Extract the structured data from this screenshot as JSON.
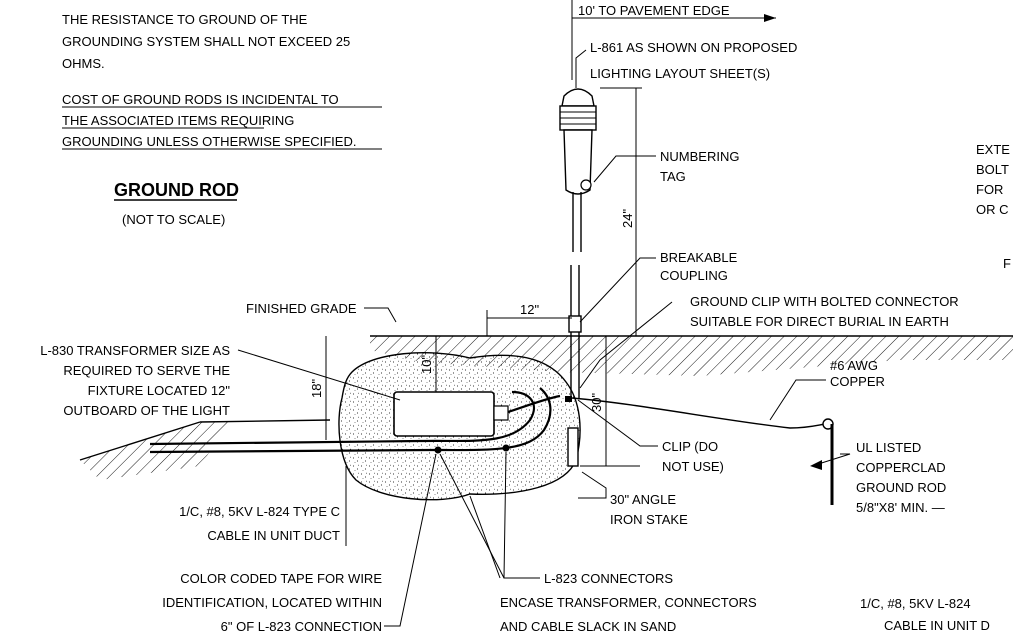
{
  "notes": {
    "resistance": [
      "THE RESISTANCE TO GROUND OF THE",
      "GROUNDING SYSTEM SHALL NOT EXCEED 25",
      "OHMS."
    ],
    "cost": [
      "COST OF GROUND RODS IS INCIDENTAL TO",
      "THE ASSOCIATED ITEMS REQUIRING",
      "GROUNDING UNLESS OTHERWISE SPECIFIED."
    ]
  },
  "title": {
    "main": "GROUND ROD",
    "sub": "(NOT TO SCALE)"
  },
  "dims": {
    "pavement": "10' TO PAVEMENT EDGE",
    "d24": "24\"",
    "d12": "12\"",
    "d10": "10\"",
    "d18": "18\"",
    "d30": "30\""
  },
  "labels": {
    "l861": [
      "L-861 AS SHOWN ON PROPOSED",
      "LIGHTING LAYOUT SHEET(S)"
    ],
    "numbering": [
      "NUMBERING",
      "TAG"
    ],
    "breakable": [
      "BREAKABLE",
      "COUPLING"
    ],
    "finished_grade": "FINISHED GRADE",
    "ground_clip": [
      "GROUND CLIP WITH BOLTED CONNECTOR",
      "SUITABLE FOR DIRECT BURIAL IN EARTH"
    ],
    "transformer": [
      "L-830 TRANSFORMER SIZE AS",
      "REQUIRED TO SERVE THE",
      "FIXTURE LOCATED 12\"",
      "OUTBOARD OF THE LIGHT"
    ],
    "copper": [
      "#6 AWG",
      "COPPER"
    ],
    "clip": [
      "CLIP (DO",
      "NOT USE)"
    ],
    "ul_rod": [
      "UL LISTED",
      "COPPERCLAD",
      "GROUND ROD",
      "5/8\"X8' MIN. —"
    ],
    "stake": [
      "30\" ANGLE",
      "IRON STAKE"
    ],
    "cable": [
      "1/C, #8, 5KV L-824 TYPE C",
      "CABLE IN UNIT DUCT"
    ],
    "connectors": "L-823 CONNECTORS",
    "tape": [
      "COLOR CODED TAPE FOR WIRE",
      "IDENTIFICATION, LOCATED WITHIN",
      "6\" OF L-823 CONNECTION"
    ],
    "encase": [
      "ENCASE TRANSFORMER, CONNECTORS",
      "AND CABLE SLACK IN SAND"
    ],
    "right_partial": [
      "EXTE",
      "BOLT",
      "FOR",
      "OR C",
      "F"
    ],
    "bottom_right": [
      "1/C, #8, 5KV L-824",
      "CABLE IN UNIT D"
    ]
  }
}
